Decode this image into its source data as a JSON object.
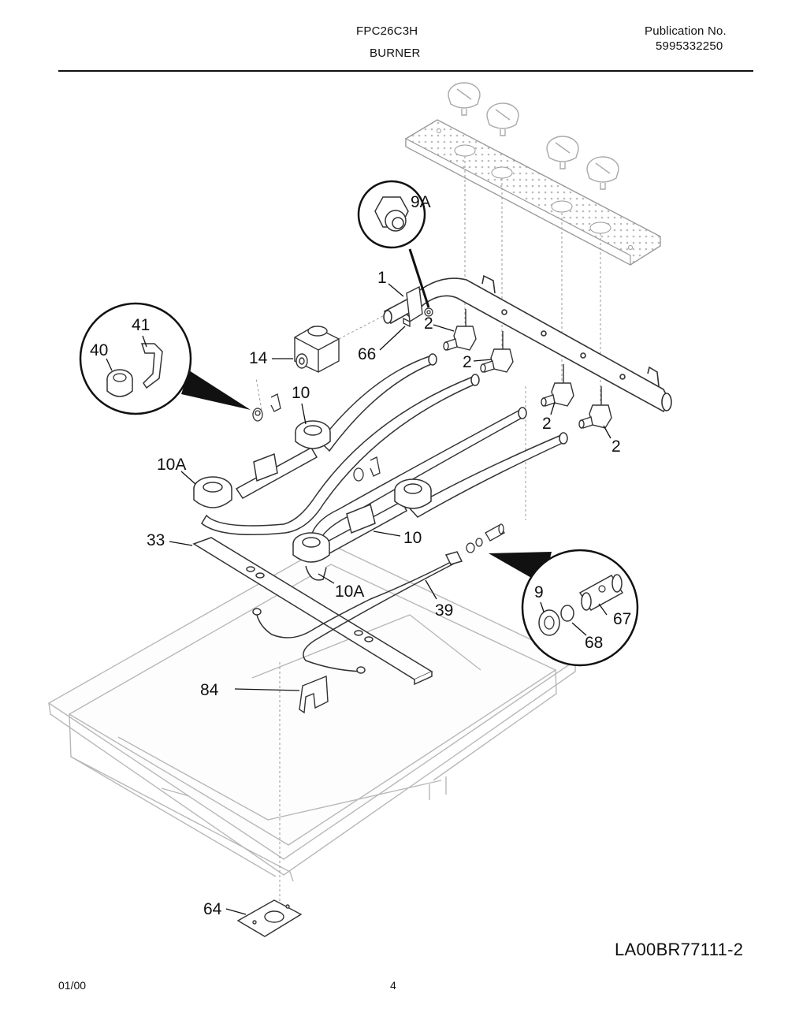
{
  "header": {
    "model": "FPC26C3H",
    "section": "BURNER",
    "publication_label": "Publication No.",
    "publication_number": "5995332250"
  },
  "callouts": {
    "c9A": "9A",
    "c1": "1",
    "c41": "41",
    "c40": "40",
    "c14": "14",
    "c66": "66",
    "c2a": "2",
    "c2b": "2",
    "c2c": "2",
    "c2d": "2",
    "c10a": "10",
    "c10A_left": "10A",
    "c33": "33",
    "c10b": "10",
    "c10A_mid": "10A",
    "c39": "39",
    "c9": "9",
    "c67": "67",
    "c68": "68",
    "c84": "84",
    "c64": "64"
  },
  "footer": {
    "drawing_code": "LA00BR77111-2",
    "date": "01/00",
    "page": "4"
  }
}
